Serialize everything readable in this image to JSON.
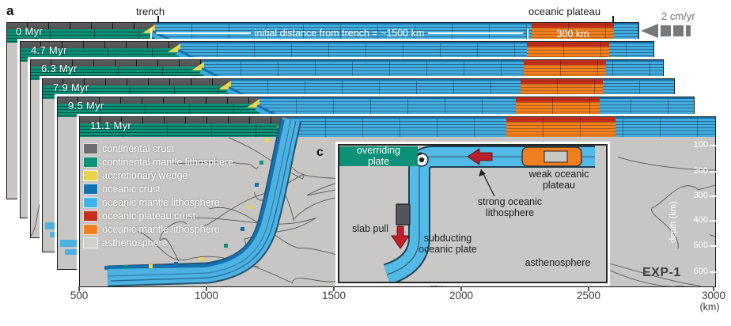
{
  "figure": {
    "panel_letter": "a",
    "inset_letter": "c",
    "experiment_label": "EXP-1"
  },
  "header": {
    "trench_label": "trench",
    "plateau_label": "oceanic plateau",
    "velocity_label": "2 cm/yr"
  },
  "annotations": {
    "initial_distance": "initial distance from trench = ~1500 km",
    "plateau_width": "300 km"
  },
  "panels": [
    {
      "label": "0 Myr"
    },
    {
      "label": "4.7 Myr"
    },
    {
      "label": "6.3 Myr"
    },
    {
      "label": "7.9 Myr"
    },
    {
      "label": "9.5 Myr"
    },
    {
      "label": "11.1 Myr"
    }
  ],
  "legend": {
    "items": [
      {
        "label": "continental crust",
        "color": "#6d6e70"
      },
      {
        "label": "continental mantle lithosphere",
        "color": "#0c9077"
      },
      {
        "label": "accretionary wedge",
        "color": "#e8d34f"
      },
      {
        "label": "oceanic crust",
        "color": "#1272b2"
      },
      {
        "label": "oceanic mantle lithosphere",
        "color": "#41b3e8"
      },
      {
        "label": "oceanic plateau crust",
        "color": "#c5301c"
      },
      {
        "label": "oceanic mantle lithosphere",
        "color": "#f28020"
      },
      {
        "label": "asthenosphere",
        "color": "#d0d0ce"
      }
    ]
  },
  "inset": {
    "labels": {
      "overriding_plate": "overriding plate",
      "weak_plateau": "weak oceanic plateau",
      "strong_lithosphere": "strong oceanic lithosphere",
      "slab_pull": "slab pull",
      "subducting_plate": "subducting oceanic plate",
      "asthenosphere": "asthenosphere"
    }
  },
  "axes": {
    "x": {
      "ticks": [
        "500",
        "1000",
        "1500",
        "2000",
        "2500",
        "3000"
      ],
      "unit": "(km)"
    },
    "depth": {
      "ticks": [
        "100",
        "200",
        "300",
        "400",
        "500",
        "600"
      ],
      "label": "depth (km)"
    }
  },
  "colors": {
    "asthenosphere_bg": "#c7c6c4",
    "velocity_arrow": "#77787a",
    "slab_light_blue": "#4db1e2",
    "oceanic_crust_blue": "#1470ae",
    "plateau_red": "#c5301c",
    "plateau_orange": "#ef7f1f",
    "continental_teal": "#0c9077",
    "red_arrow": "#c41e2d"
  }
}
